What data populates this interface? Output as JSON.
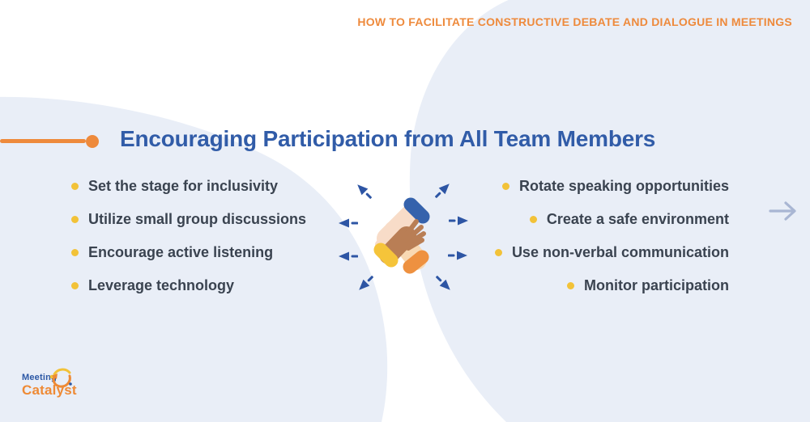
{
  "header": {
    "kicker": "HOW TO FACILITATE CONSTRUCTIVE DEBATE AND DIALOGUE IN MEETINGS"
  },
  "title": "Encouraging Participation from All Team Members",
  "left_items": [
    "Set the stage for inclusivity",
    "Utilize small group discussions",
    "Encourage active listening",
    "Leverage technology"
  ],
  "right_items": [
    "Rotate speaking opportunities",
    "Create a safe environment",
    "Use non-verbal communication",
    "Monitor participation"
  ],
  "logo": {
    "line1": "Meeting",
    "line2": "Catalyst"
  },
  "icons": {
    "center": "hands-stacked-teamwork-icon",
    "around_center": "eight-outward-arrows",
    "right_edge": "next-right-arrow"
  },
  "colors": {
    "accent_orange": "#EE8A3C",
    "title_blue": "#315CA8",
    "body_text": "#3A4350",
    "bullet_yellow": "#F2C238",
    "arrow_blue": "#2D55A4",
    "background_blue": "#E9EEF7",
    "next_arrow_gray": "#A9B6D3"
  }
}
